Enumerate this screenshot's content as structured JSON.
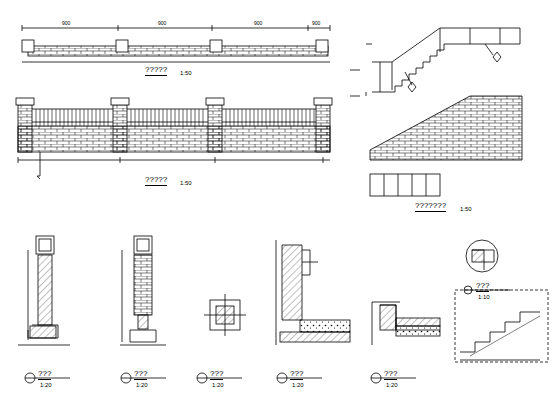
{
  "diagram": {
    "labels": [
      "?????",
      "1:50",
      "?????",
      "1:50",
      "???????",
      "1:50",
      "???",
      "1:20",
      "???",
      "1:20",
      "???",
      "1:20",
      "???",
      "1:20",
      "???",
      "1:20",
      "???",
      "1:10",
      "900",
      "900",
      "900",
      "900"
    ]
  }
}
